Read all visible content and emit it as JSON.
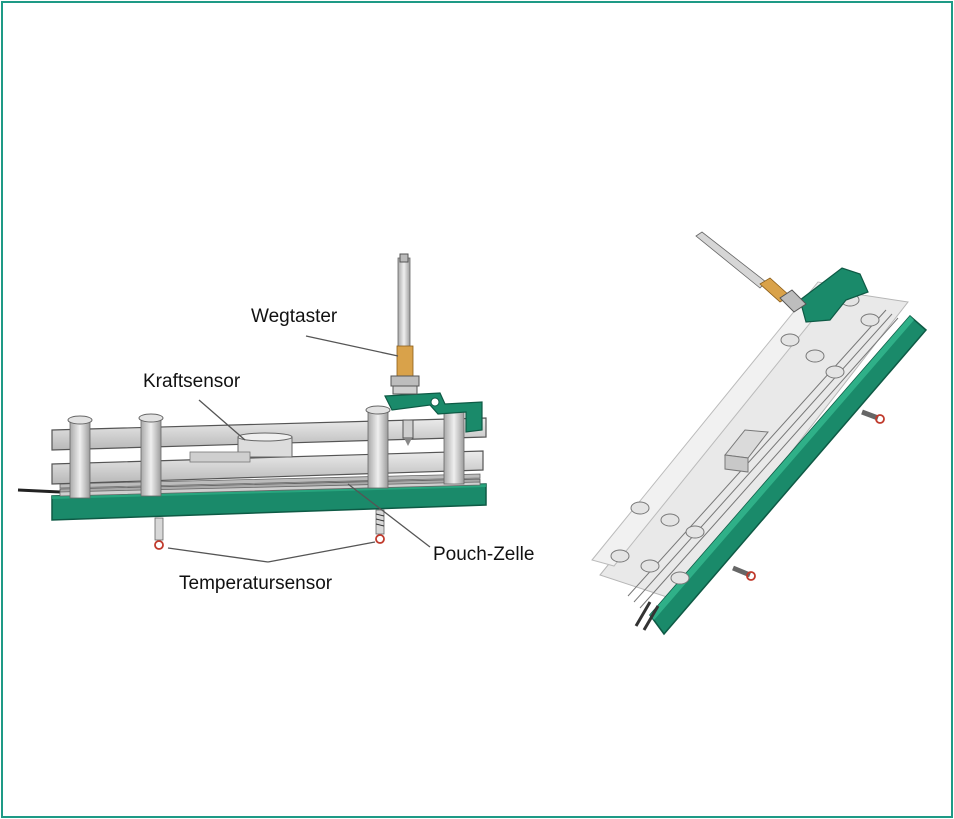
{
  "labels": {
    "wegtaster": "Wegtaster",
    "kraftsensor": "Kraftsensor",
    "pouch_zelle": "Pouch-Zelle",
    "temperatursensor": "Temperatursensor"
  },
  "colors": {
    "frame": "#1e9a86",
    "base_plate": "#1a8a6a",
    "steel": "#d4d4d4",
    "brass": "#d9a24a"
  }
}
